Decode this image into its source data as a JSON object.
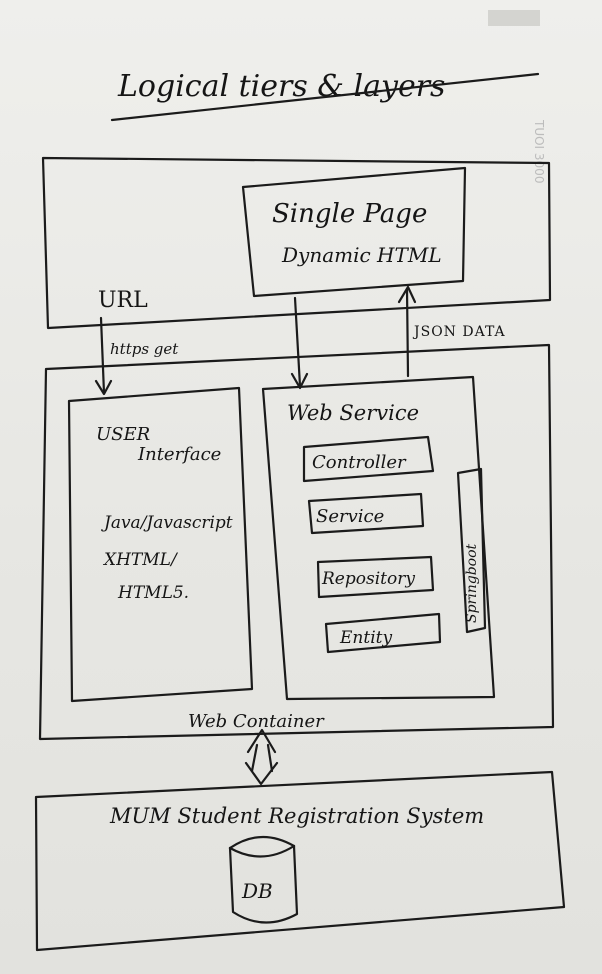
{
  "title": "Logical tiers & layers",
  "single_page": {
    "line1": "Single Page",
    "line2": "Dynamic HTML"
  },
  "labels": {
    "url": "URL",
    "https_get": "https get",
    "json_data": "JSON DATA",
    "web_container": "Web Container"
  },
  "user_interface": {
    "line1": "USER",
    "line2": "Interface",
    "tech1": "Java/Javascript",
    "tech2": "XHTML/",
    "tech3": "HTML5."
  },
  "web_service": {
    "title": "Web Service",
    "layers": [
      "Controller",
      "Service",
      "Repository",
      "Entity"
    ],
    "framework": "Springboot"
  },
  "system": {
    "name": "MUM Student Registration System",
    "db": "DB"
  },
  "background_print": "TUOI 3000",
  "ink_color": "#1b1b1b"
}
